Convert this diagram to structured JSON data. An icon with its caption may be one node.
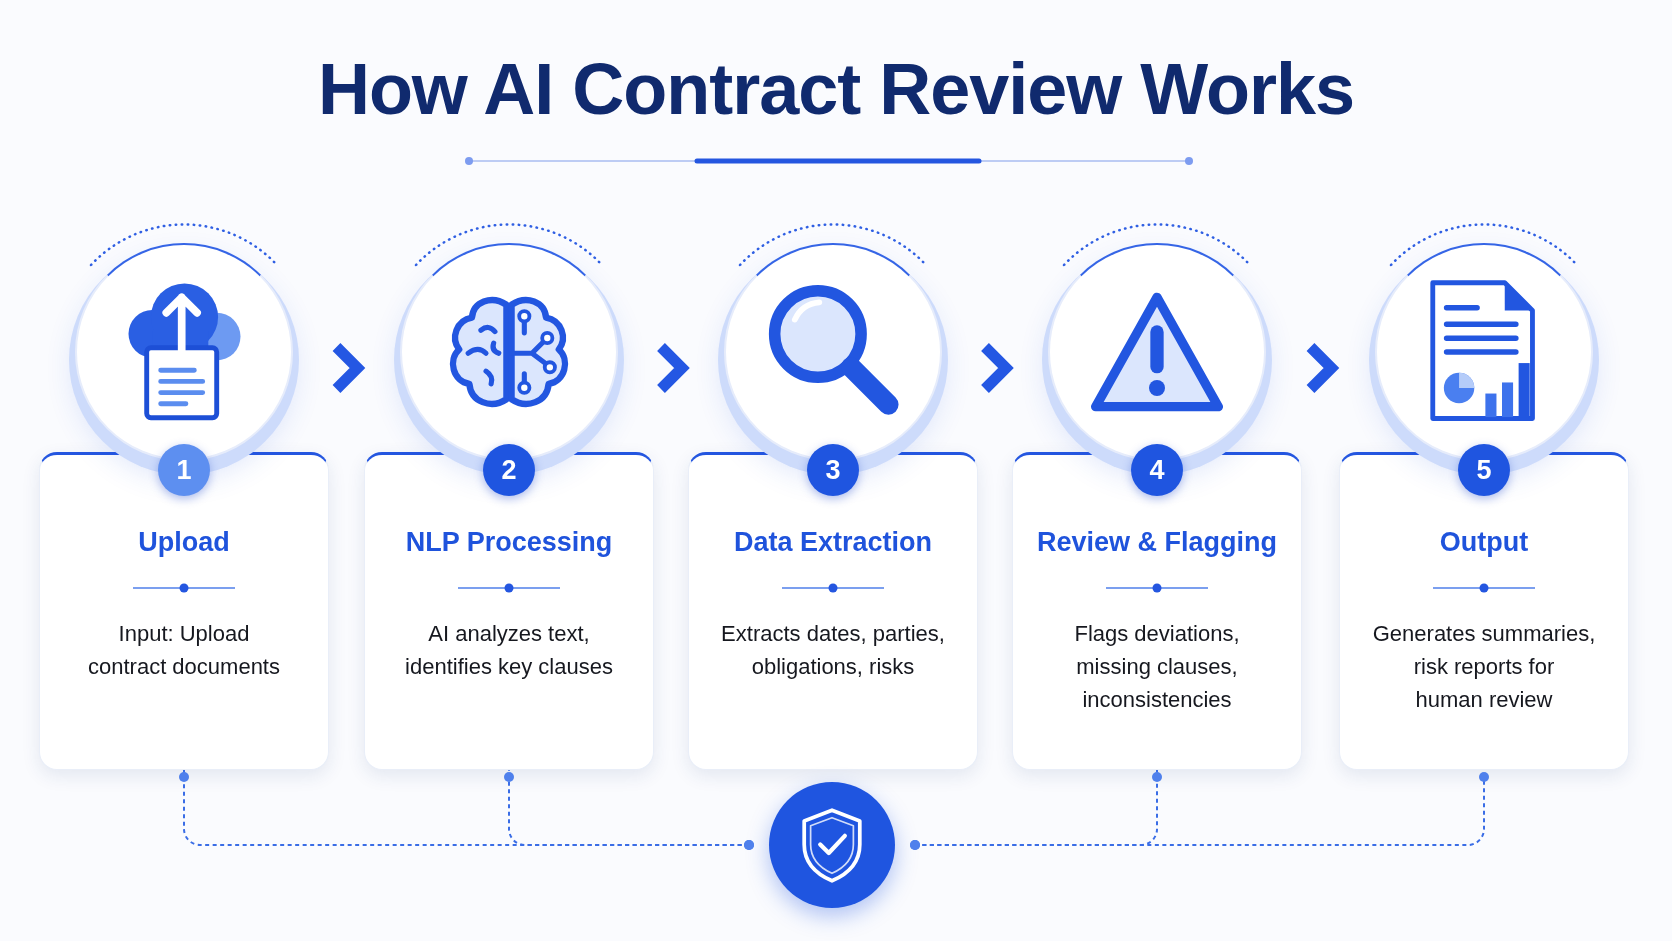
{
  "diagram": {
    "title": "How AI Contract Review Works",
    "nodes": [
      {
        "text": [],
        "shape": "circle"
      },
      {
        "text": [
          "1"
        ]
      },
      {
        "text": [
          "Upload",
          "Input: Upload contract documents"
        ]
      },
      {
        "text": [],
        "shape": "circle"
      },
      {
        "text": [
          "2"
        ]
      },
      {
        "text": [
          "NLP Processing",
          "AI analyzes text, identifies key clauses"
        ]
      },
      {
        "text": [],
        "shape": "circle"
      },
      {
        "text": [
          "3"
        ]
      },
      {
        "text": [
          "Data Extraction",
          "Extracts dates, parties, obligations, risks"
        ]
      },
      {
        "text": [],
        "shape": "circle"
      },
      {
        "text": [
          "4"
        ]
      },
      {
        "text": [
          "Review & Flagging",
          "Flags deviations, missing clauses, inconsistencies"
        ]
      },
      {
        "text": [],
        "shape": "circle"
      },
      {
        "text": [
          "5"
        ]
      },
      {
        "text": [
          "Output",
          "Generates summaries, risk reports for human review"
        ]
      },
      {
        "text": [],
        "shape": "circle"
      }
    ],
    "edges": [
      {
        "from": 0,
        "to": 3,
        "arrow": "to",
        "style": "thick"
      },
      {
        "from": 3,
        "to": 6,
        "arrow": "to",
        "style": "thick"
      },
      {
        "from": 6,
        "to": 9,
        "arrow": "to",
        "style": "thick"
      },
      {
        "from": 9,
        "to": 12,
        "arrow": "to",
        "style": "thick"
      },
      {
        "from": 2,
        "to": 15,
        "arrow": "other",
        "style": "dashed"
      },
      {
        "from": 5,
        "to": 15,
        "arrow": "other",
        "style": "dashed"
      },
      {
        "from": 11,
        "to": 15,
        "arrow": "other",
        "style": "dashed"
      },
      {
        "from": 14,
        "to": 15,
        "arrow": "other",
        "style": "dashed"
      }
    ]
  }
}
